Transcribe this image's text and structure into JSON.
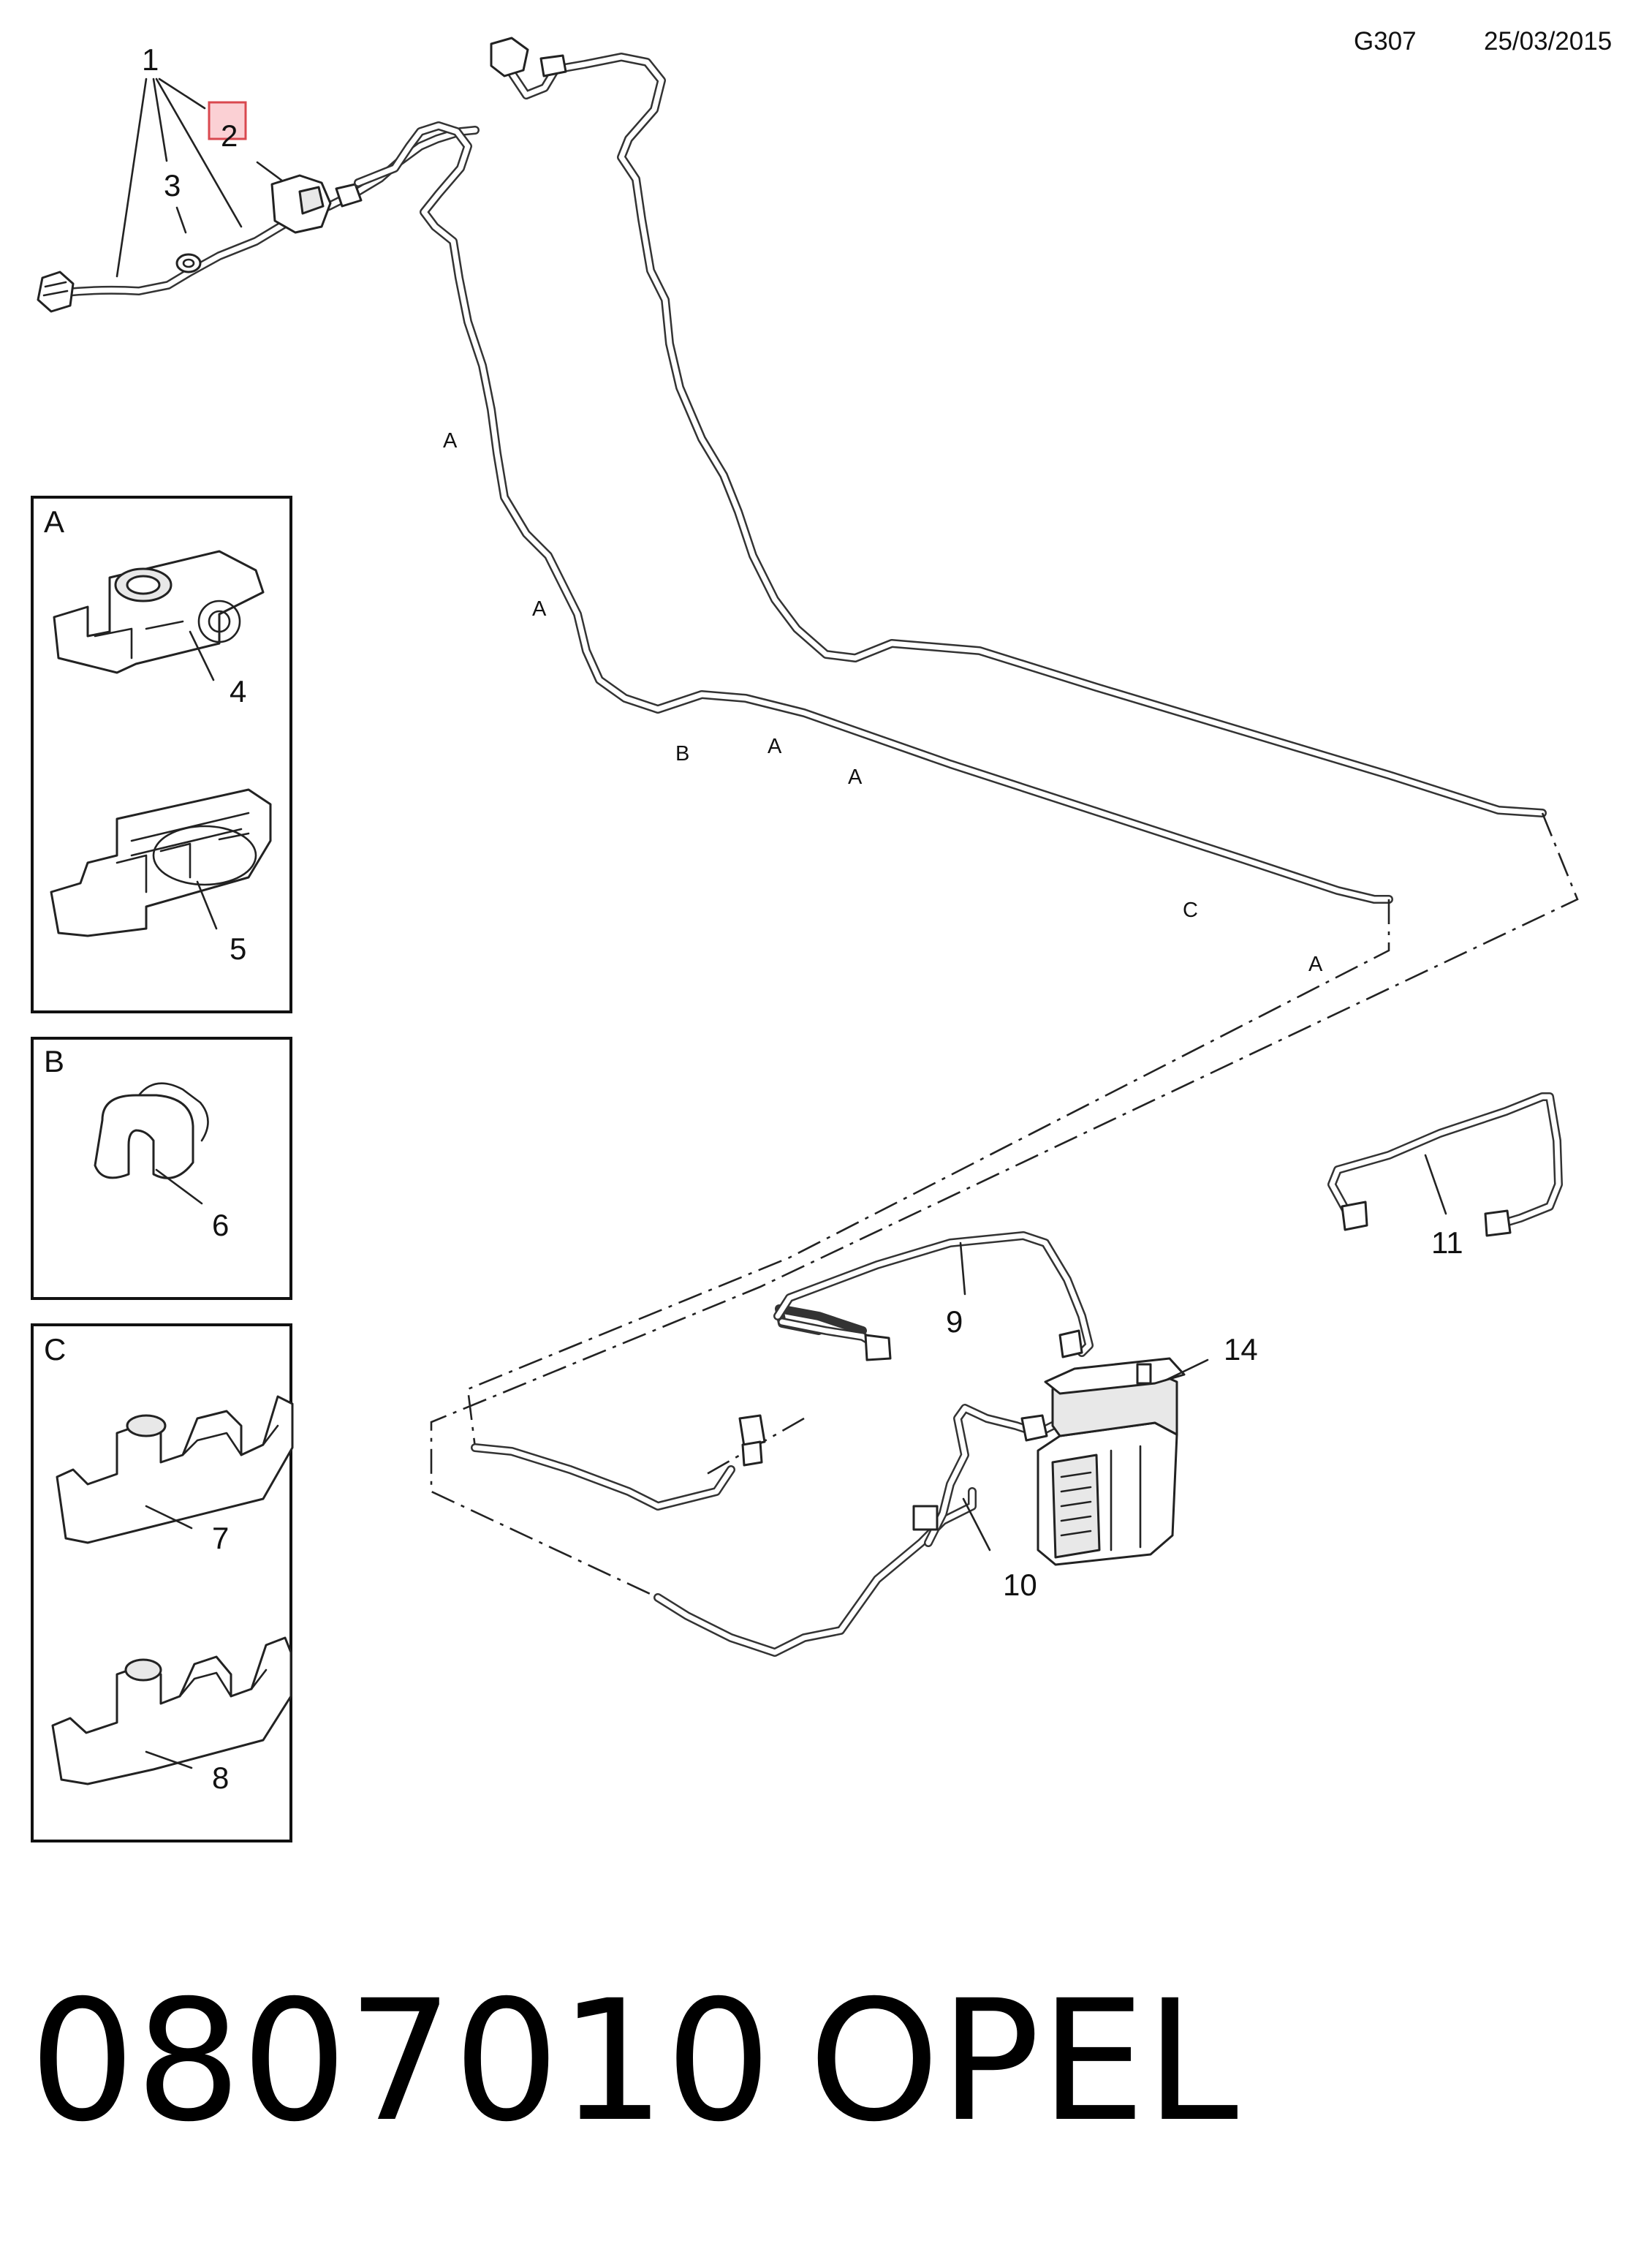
{
  "header": {
    "code": "G307",
    "date": "25/03/2015"
  },
  "footer": {
    "part_number": "0807010",
    "brand": "OPEL"
  },
  "callouts": {
    "c1": "1",
    "c2": "2",
    "c3": "3",
    "c4": "4",
    "c5": "5",
    "c6": "6",
    "c7": "7",
    "c8": "8",
    "c9": "9",
    "c10": "10",
    "c11": "11",
    "c14": "14"
  },
  "panels": {
    "a": "A",
    "b": "B",
    "c": "C"
  },
  "route_labels": [
    "A",
    "A",
    "B",
    "A",
    "A",
    "C",
    "A"
  ],
  "highlight": {
    "color": "#fbd0d4",
    "border": "#d9484f",
    "callout": "2"
  }
}
